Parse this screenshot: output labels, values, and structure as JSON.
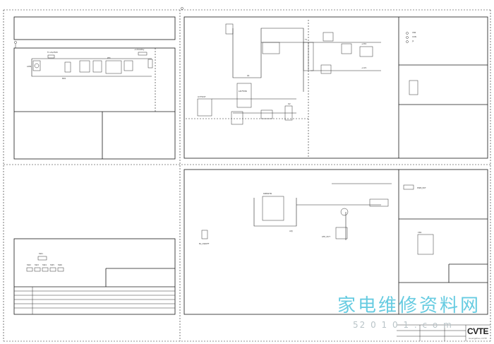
{
  "watermark": {
    "title": "家电维修资料网",
    "url": "52 0 1 0 1 . c o m"
  },
  "title_block": {
    "logo": "CVTE",
    "logo_sub": "Guangzhou CVTE"
  },
  "power_section_labels": {
    "fuse": "F1 2A/250V",
    "input": "ACIN",
    "bridge": "BD1",
    "pfc": "PFC",
    "out": "+12Vstdby"
  },
  "main_section_labels": {
    "ic_top": "LD7536",
    "ic_mid": "LD7591T",
    "transformer": "T1",
    "out_a": "+24V",
    "out_b": "+12V",
    "q1": "Q1",
    "q2": "Q2"
  },
  "led_section_labels": {
    "driver": "OZ9976",
    "pwm": "PWM_EXT",
    "led_out": "LED_OUT",
    "connector": "CN1",
    "on_off": "BL_ON/OFF",
    "adj": "ADJ"
  },
  "side_labels": {
    "a": "CN2",
    "b": "CON",
    "c": "J1"
  },
  "switches": {
    "title": "SW1",
    "items": [
      "SW2",
      "SW3",
      "SW4",
      "SW5",
      "SW6"
    ]
  }
}
